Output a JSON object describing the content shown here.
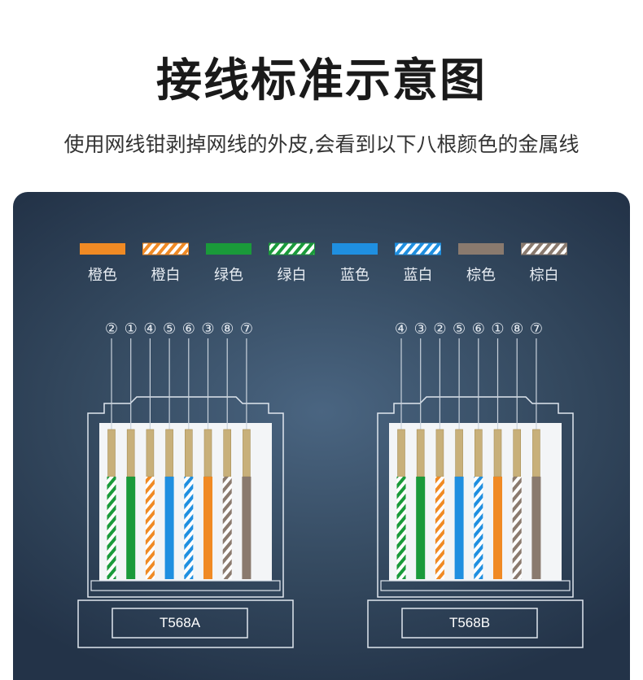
{
  "title": "接线标准示意图",
  "subtitle": "使用网线钳剥掉网线的外皮,会看到以下八根颜色的金属线",
  "legend": [
    {
      "label": "橙色",
      "color": "#f08a24",
      "striped": false,
      "icon": "solid-orange-swatch"
    },
    {
      "label": "橙白",
      "color": "#f08a24",
      "striped": true,
      "icon": "striped-orange-swatch"
    },
    {
      "label": "绿色",
      "color": "#1a9a3a",
      "striped": false,
      "icon": "solid-green-swatch"
    },
    {
      "label": "绿白",
      "color": "#1a9a3a",
      "striped": true,
      "icon": "striped-green-swatch"
    },
    {
      "label": "蓝色",
      "color": "#1f8fe0",
      "striped": false,
      "icon": "solid-blue-swatch"
    },
    {
      "label": "蓝白",
      "color": "#1f8fe0",
      "striped": true,
      "icon": "striped-blue-swatch"
    },
    {
      "label": "棕色",
      "color": "#8a7a6e",
      "striped": false,
      "icon": "solid-brown-swatch"
    },
    {
      "label": "棕白",
      "color": "#8a7a6e",
      "striped": true,
      "icon": "striped-brown-swatch"
    }
  ],
  "connectors": [
    {
      "label": "T568A",
      "pins": [
        "②",
        "①",
        "④",
        "⑤",
        "⑥",
        "③",
        "⑧",
        "⑦"
      ],
      "wires": [
        {
          "color": "#1a9a3a",
          "striped": true
        },
        {
          "color": "#1a9a3a",
          "striped": false
        },
        {
          "color": "#f08a24",
          "striped": true
        },
        {
          "color": "#1f8fe0",
          "striped": false
        },
        {
          "color": "#1f8fe0",
          "striped": true
        },
        {
          "color": "#f08a24",
          "striped": false
        },
        {
          "color": "#8a7a6e",
          "striped": true
        },
        {
          "color": "#8a7a6e",
          "striped": false
        }
      ]
    },
    {
      "label": "T568B",
      "pins": [
        "④",
        "③",
        "②",
        "⑤",
        "⑥",
        "①",
        "⑧",
        "⑦"
      ],
      "wires": [
        {
          "color": "#1a9a3a",
          "striped": true
        },
        {
          "color": "#1a9a3a",
          "striped": false
        },
        {
          "color": "#f08a24",
          "striped": true
        },
        {
          "color": "#1f8fe0",
          "striped": false
        },
        {
          "color": "#1f8fe0",
          "striped": true
        },
        {
          "color": "#f08a24",
          "striped": false
        },
        {
          "color": "#8a7a6e",
          "striped": true
        },
        {
          "color": "#8a7a6e",
          "striped": false
        }
      ]
    }
  ]
}
